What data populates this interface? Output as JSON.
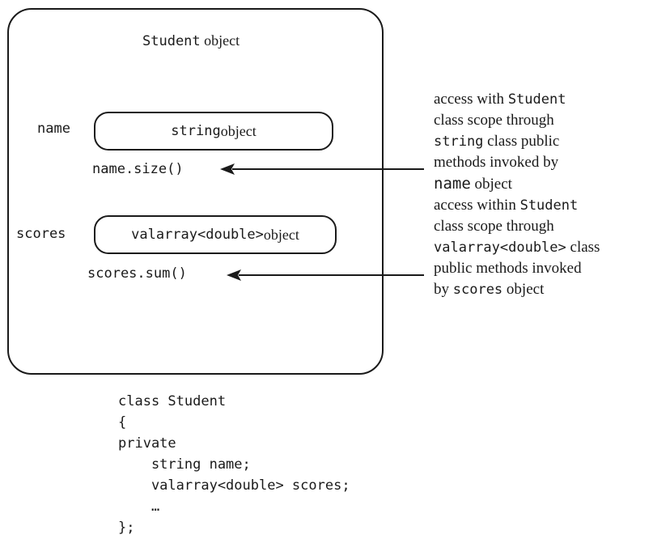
{
  "diagram": {
    "student_box": {
      "code": "Student",
      "text": " object"
    },
    "name_label": "name",
    "string_object": {
      "code": "string",
      "text": " object"
    },
    "name_call": "name.size()",
    "scores_label": "scores",
    "valarray_object": {
      "code": "valarray<double>",
      "text": "  object"
    },
    "scores_call": "scores.sum()",
    "note1": {
      "line1_text": "access with ",
      "line1_code": "Student",
      "line2": "class scope through",
      "line3_code": "string",
      "line3_text": " class public",
      "line4": "methods invoked by",
      "line5_code": "name",
      "line5_text": " object"
    },
    "note2": {
      "line1_text": "access within ",
      "line1_code": "Student",
      "line2": "class scope through",
      "line3_code": "valarray<double>",
      "line3_text": " class",
      "line4": "public methods invoked",
      "line5_text": "by ",
      "line5_code": "scores",
      "line5_text2": " object"
    }
  },
  "code": [
    "class Student",
    "{",
    "private",
    "    string name;",
    "    valarray<double> scores;",
    "    …",
    "};"
  ]
}
